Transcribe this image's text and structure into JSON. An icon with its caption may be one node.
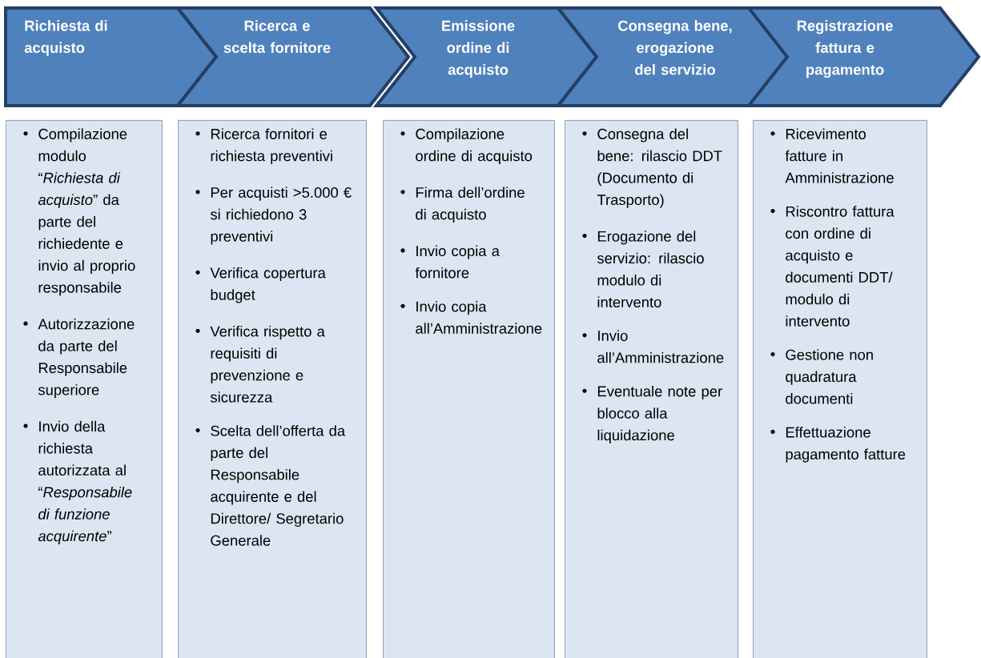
{
  "diagram": {
    "nodes": [
      {
        "text": [
          "Richiesta di acquisto"
        ]
      },
      {
        "text": [
          "Ricerca e scelta fornitore"
        ]
      },
      {
        "text": [
          "Emissione ordine di acquisto"
        ]
      },
      {
        "text": [
          "Consegna bene, erogazione del servizio"
        ]
      },
      {
        "text": [
          "Registrazione fattura e pagamento"
        ]
      },
      {
        "text": [
          "Compilazione modulo “*Richiesta di acquisto*” da parte del richiedente e invio al proprio responsabile",
          "Autorizzazione da parte del Responsabile superiore",
          "Invio della richiesta autorizzata al “*Responsabile di funzione acquirente*”"
        ]
      },
      {
        "text": [
          "Ricerca fornitori e richiesta preventivi",
          "Per acquisti >5.000 € si richiedono 3 preventivi",
          "Verifica copertura budget",
          "Verifica rispetto a requisiti di prevenzione e sicurezza",
          "Scelta dell’offerta da parte del Responsabile acquirente e del Direttore/ Segretario Generale"
        ]
      },
      {
        "text": [
          "Compilazione ordine di acquisto",
          "Firma dell’ordine di acquisto",
          "Invio copia a fornitore",
          "Invio copia all’Amministrazione"
        ]
      },
      {
        "text": [
          "Consegna del bene: rilascio DDT (Documento di Trasporto)",
          "Erogazione del servizio: rilascio modulo di intervento",
          "Invio all’Amministrazione",
          "Eventuale note per blocco alla liquidazione"
        ]
      },
      {
        "text": [
          "Ricevimento fatture in Amministrazione",
          "Riscontro fattura con ordine di acquisto e documenti DDT/ modulo di intervento",
          "Gestione non quadratura documenti",
          "Effettuazione pagamento fatture"
        ]
      }
    ],
    "edges": []
  }
}
